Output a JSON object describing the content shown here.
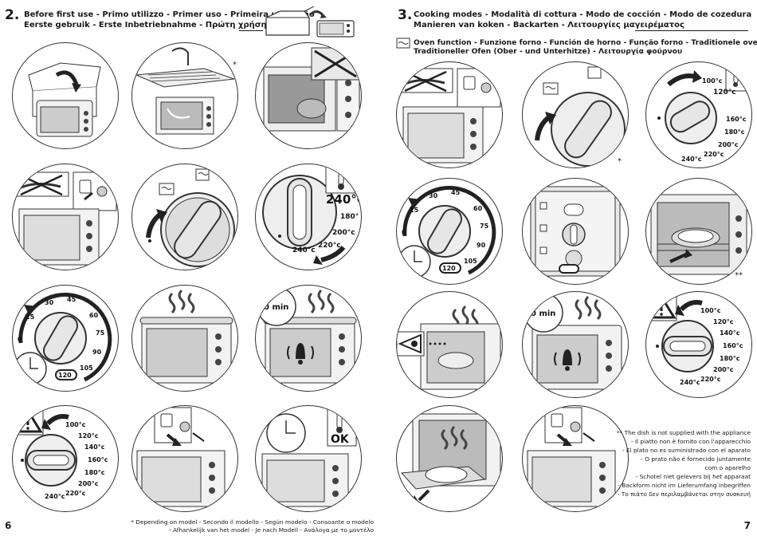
{
  "left_page": {
    "section_number": "2.",
    "title_line1": "Before first use - Primo utilizzo - Primer uso - Primeira utilização",
    "title_line2": "Eerste gebruik - Erste Inbetriebnahme - Πρώτη χρήση",
    "page_number": "6",
    "footnote_line1": "* Depending on model - Secondo il modello - Según modelo - Consoante o modelo",
    "footnote_line2": "- Afhankelijk van het model - Je nach Modell - Ανάλογα  με το μοντέλο",
    "star_marker": "*",
    "temps_upper": [
      "240°C",
      "180°",
      "200°c",
      "220°c",
      "240°c"
    ],
    "timer_marks": [
      "0",
      "15",
      "30",
      "45",
      "60",
      "75",
      "90",
      "105",
      "120"
    ],
    "zero_min": "0 min",
    "dial_temps": [
      "100°c",
      "120°c",
      "140°c",
      "160°c",
      "180°c",
      "200°c",
      "220°c",
      "240°c"
    ],
    "ok_label": "OK"
  },
  "right_page": {
    "section_number": "3.",
    "title_line1": "Cooking modes - Modalità di cottura - Modo de cocción - Modo de cozedura",
    "title_line2": "Manieren van koken - Backarten - Λειτουργίες μαγειρέματος",
    "sub_line1": "Oven function - Funzione forno - Función de horno - Função forno - Traditionele oven",
    "sub_line2": "Traditioneller Ofen (Ober - und Unterhitze) - Λειτουργία φούρνου",
    "page_number": "7",
    "star_marker": "*",
    "double_star_marker": "**",
    "zero_min": "0 min",
    "dial_temps": [
      "100°c",
      "120°c",
      "140°c",
      "160°c",
      "180°c",
      "200°c",
      "220°c",
      "240°c"
    ],
    "timer_marks": [
      "0",
      "15",
      "30",
      "45",
      "60",
      "75",
      "90",
      "105",
      "120"
    ],
    "notes": [
      "** The dish is not supplied with the appliance",
      "- Il piatto non è fornito con l'apparecchio",
      "- El plato no es suministrado con el aparato",
      "- O prato não é fornecido juntamente",
      "com o aparelho",
      "- Schotel niet gelevers bij het apparaat",
      "- Backform nicht im Lieferumfang inbegriffen",
      "- Το πιάτο δεν περιλαμβάνεται στην συσκευή"
    ]
  }
}
